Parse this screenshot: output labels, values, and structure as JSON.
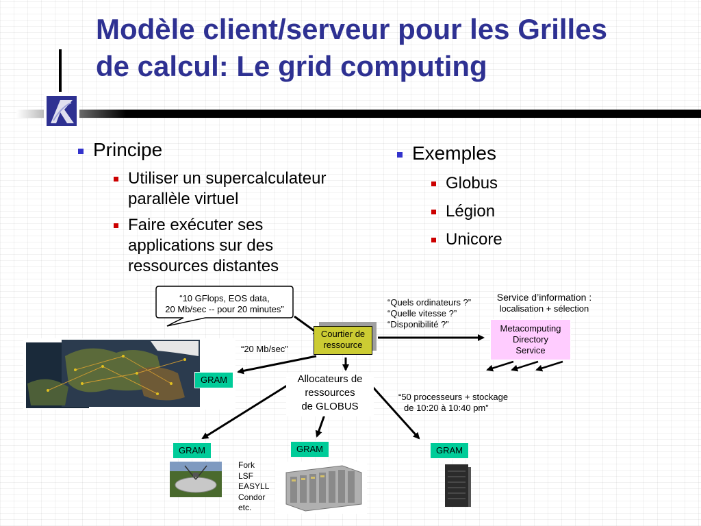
{
  "title": {
    "line1": "Modèle client/serveur pour les Grilles",
    "line2": "de calcul: Le grid computing"
  },
  "left": {
    "heading": "Principe",
    "items": [
      {
        "line1": "Utiliser un supercalculateur",
        "line2": "parallèle virtuel"
      },
      {
        "line1": "Faire exécuter ses",
        "line2": "applications sur des",
        "line3": "ressources distantes"
      }
    ]
  },
  "right": {
    "heading": "Exemples",
    "items": [
      "Globus",
      "Légion",
      "Unicore"
    ]
  },
  "diagram": {
    "callout": {
      "line1": "“10 GFlops, EOS data,",
      "line2": "20 Mb/sec -- pour 20 minutes”"
    },
    "broker": {
      "line1": "Courtier de",
      "line2": "ressource"
    },
    "questions": {
      "line1": "“Quels ordinateurs ?”",
      "line2": "“Quelle vitesse ?”",
      "line3": "“Disponibilité ?”"
    },
    "info_service": {
      "line1": "Service d’information :",
      "line2": "localisation + sélection"
    },
    "mds": {
      "line1": "Metacomputing",
      "line2": "Directory",
      "line3": "Service"
    },
    "rate": "“20 Mb/sec”",
    "allocators": {
      "line1": "Allocateurs de",
      "line2": "ressources",
      "line3": "de GLOBUS"
    },
    "reservation": {
      "line1": "“50 processeurs + stockage",
      "line2": "de 10:20 à 10:40 pm”"
    },
    "gram_label": "GRAM",
    "schedulers": [
      "Fork",
      "LSF",
      "EASYLL",
      "Condor",
      "etc."
    ]
  },
  "colors": {
    "title": "#2e3192",
    "broker": "#cccc33",
    "mds": "#ffccff",
    "gram": "#00cc99",
    "bullet_l1": "#3333cc",
    "bullet_l2": "#cc0000"
  }
}
